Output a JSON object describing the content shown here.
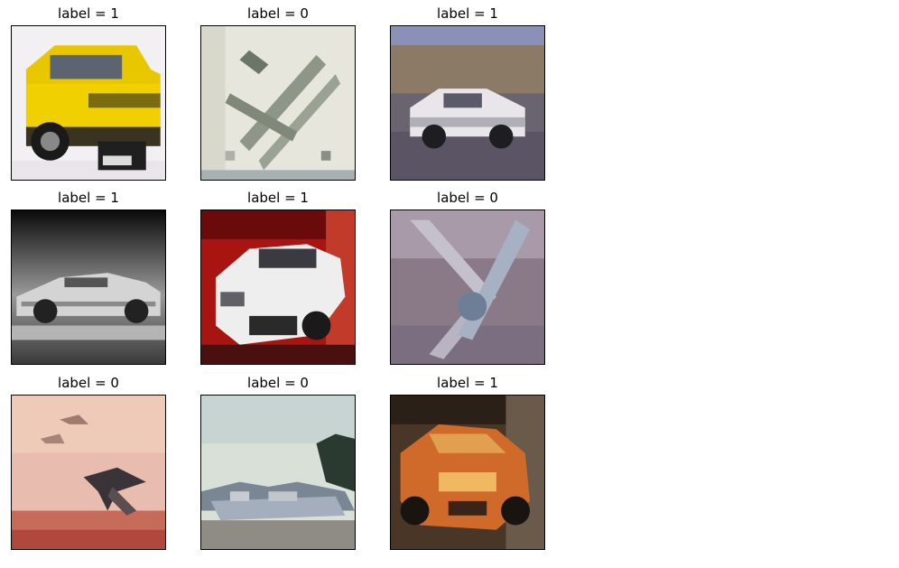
{
  "grid": {
    "cells": [
      {
        "title": "label = 1",
        "label": 1,
        "subject": "yellow car"
      },
      {
        "title": "label = 0",
        "label": 0,
        "subject": "biplane"
      },
      {
        "title": "label = 1",
        "label": 1,
        "subject": "white police car"
      },
      {
        "title": "label = 1",
        "label": 1,
        "subject": "silver sports car"
      },
      {
        "title": "label = 1",
        "label": 1,
        "subject": "white car on red background"
      },
      {
        "title": "label = 0",
        "label": 0,
        "subject": "airplane"
      },
      {
        "title": "label = 0",
        "label": 0,
        "subject": "birds in pink sky"
      },
      {
        "title": "label = 0",
        "label": 0,
        "subject": "ship in harbor"
      },
      {
        "title": "label = 1",
        "label": 1,
        "subject": "orange car"
      }
    ]
  }
}
